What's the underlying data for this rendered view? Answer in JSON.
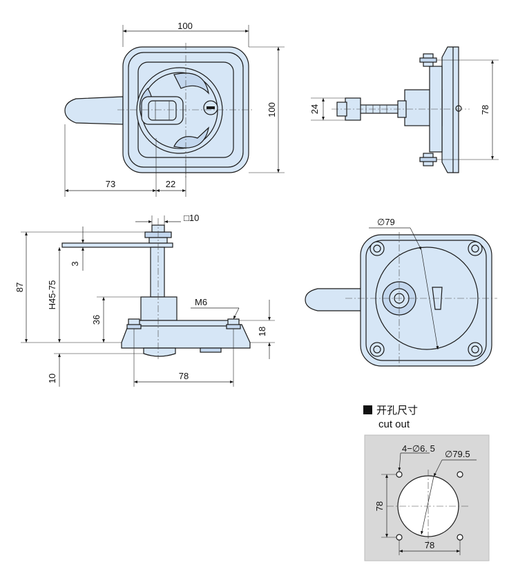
{
  "top_view": {
    "dims": {
      "width": "100",
      "height": "100",
      "left": "73",
      "offset": "22"
    }
  },
  "side_view_right": {
    "dims": {
      "stud": "24",
      "hole_spacing": "78"
    }
  },
  "side_view_left": {
    "dims": {
      "square": "□10",
      "total": "87",
      "plate": "3",
      "h_range": "H45-75",
      "body": "36",
      "thread": "M6",
      "base": "18",
      "bottom": "10",
      "spacing": "78"
    }
  },
  "back_view": {
    "dims": {
      "dia": "∅79"
    }
  },
  "cutout": {
    "title_cn": "开孔尺寸",
    "title_en": "cut out",
    "dims": {
      "holes": "4−∅6. 5",
      "dia": "∅79.5",
      "v": "78",
      "h": "78"
    }
  },
  "colors": {
    "part_fill": "#d6e6f6",
    "cut_bg": "#d8d8d8"
  }
}
